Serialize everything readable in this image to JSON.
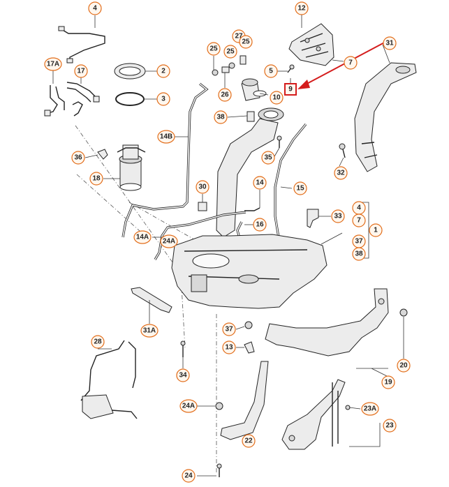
{
  "diagram": {
    "highlight_color": "#d41c1c",
    "callout_color": "#e26d1a",
    "highlighted_callout": "9",
    "callouts": [
      {
        "id": "c4",
        "label": "4"
      },
      {
        "id": "c12",
        "label": "12"
      },
      {
        "id": "c17a",
        "label": "17A"
      },
      {
        "id": "c17",
        "label": "17"
      },
      {
        "id": "c2",
        "label": "2"
      },
      {
        "id": "c3",
        "label": "3"
      },
      {
        "id": "c25a",
        "label": "25"
      },
      {
        "id": "c27",
        "label": "27"
      },
      {
        "id": "c25b",
        "label": "25"
      },
      {
        "id": "c25c",
        "label": "25"
      },
      {
        "id": "c26",
        "label": "26"
      },
      {
        "id": "c5",
        "label": "5"
      },
      {
        "id": "c7a",
        "label": "7"
      },
      {
        "id": "c9",
        "label": "9"
      },
      {
        "id": "c10",
        "label": "10"
      },
      {
        "id": "c31",
        "label": "31"
      },
      {
        "id": "c38a",
        "label": "38"
      },
      {
        "id": "c14b",
        "label": "14B"
      },
      {
        "id": "c36",
        "label": "36"
      },
      {
        "id": "c18",
        "label": "18"
      },
      {
        "id": "c35",
        "label": "35"
      },
      {
        "id": "c32",
        "label": "32"
      },
      {
        "id": "c30",
        "label": "30"
      },
      {
        "id": "c14",
        "label": "14"
      },
      {
        "id": "c15",
        "label": "15"
      },
      {
        "id": "c33",
        "label": "33"
      },
      {
        "id": "c4b",
        "label": "4"
      },
      {
        "id": "c7b",
        "label": "7"
      },
      {
        "id": "c1",
        "label": "1"
      },
      {
        "id": "c37a",
        "label": "37"
      },
      {
        "id": "c38b",
        "label": "38"
      },
      {
        "id": "c16",
        "label": "16"
      },
      {
        "id": "c14a",
        "label": "14A"
      },
      {
        "id": "c24a1",
        "label": "24A"
      },
      {
        "id": "c31a",
        "label": "31A"
      },
      {
        "id": "c37b",
        "label": "37"
      },
      {
        "id": "c13",
        "label": "13"
      },
      {
        "id": "c20",
        "label": "20"
      },
      {
        "id": "c28",
        "label": "28"
      },
      {
        "id": "c34",
        "label": "34"
      },
      {
        "id": "c19",
        "label": "19"
      },
      {
        "id": "c23a",
        "label": "23A"
      },
      {
        "id": "c23",
        "label": "23"
      },
      {
        "id": "c24a2",
        "label": "24A"
      },
      {
        "id": "c22",
        "label": "22"
      },
      {
        "id": "c24",
        "label": "24"
      }
    ]
  }
}
